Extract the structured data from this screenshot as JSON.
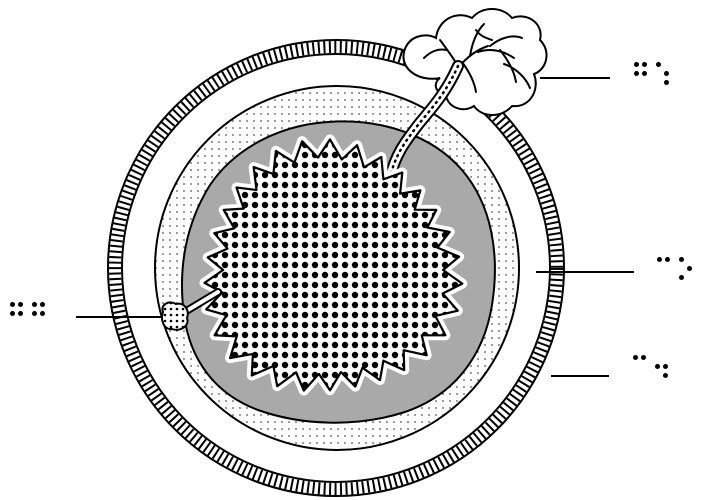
{
  "colors": {
    "ink": "#000000",
    "paper": "#ffffff",
    "core_gray": "#a9a9a9",
    "stipple": "#555555"
  },
  "braille_labels": [
    {
      "id": "upper-right",
      "cells": [
        [
          1,
          2,
          4,
          5
        ],
        [
          1,
          5,
          6
        ]
      ]
    },
    {
      "id": "middle-right",
      "cells": [
        [
          1,
          4
        ],
        [
          1,
          3,
          5
        ]
      ]
    },
    {
      "id": "lower-right",
      "cells": [
        [
          1,
          4
        ],
        [
          2,
          5,
          6
        ]
      ]
    },
    {
      "id": "left",
      "cells": [
        [
          1,
          2,
          4,
          5
        ],
        [
          1,
          2,
          4,
          5
        ]
      ]
    }
  ]
}
